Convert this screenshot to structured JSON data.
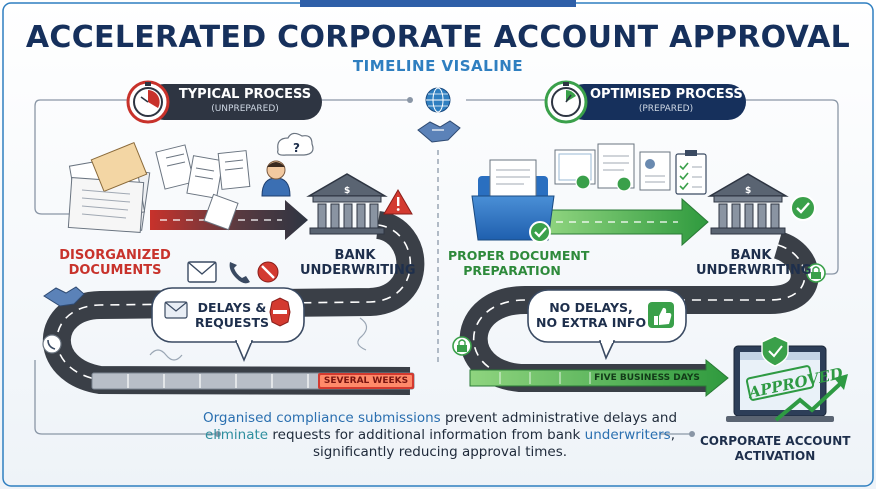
{
  "title": "ACCELERATED CORPORATE ACCOUNT APPROVAL",
  "subtitle": "TIMELINE VISALINE",
  "typical": {
    "heading": "TYPICAL PROCESS",
    "subheading": "(UNPREPARED)",
    "start_label_line1": "DISORGANIZED",
    "start_label_line2": "DOCUMENTS",
    "bank_label_line1": "BANK",
    "bank_label_line2": "UNDERWRITING",
    "bubble_line1": "DELAYS &",
    "bubble_line2": "REQUESTS",
    "duration": "SEVERAL WEEKS",
    "accent": "#c8322b"
  },
  "optimised": {
    "heading": "OPTIMISED PROCESS",
    "subheading": "(PREPARED)",
    "start_label_line1": "PROPER DOCUMENT",
    "start_label_line2": "PREPARATION",
    "bank_label_line1": "BANK",
    "bank_label_line2": "UNDERWRITING",
    "bubble_line1": "NO DELAYS,",
    "bubble_line2": "NO EXTRA INFO",
    "duration": "FIVE BUSINESS DAYS",
    "accent": "#3aa04a"
  },
  "outcome": {
    "stamp": "APPROVED",
    "label_line1": "CORPORATE ACCOUNT",
    "label_line2": "ACTIVATION"
  },
  "footer": {
    "p1": "Organised compliance submissions",
    "p2": " prevent administrative delays and ",
    "p3": "eliminate",
    "p4": " requests for additional information from bank ",
    "p5": "underwriters",
    "p6": ", significantly reducing approval times."
  },
  "icons": {
    "typical_clock": "stopwatch-icon",
    "optimised_clock": "stopwatch-icon",
    "center": "globe-icon",
    "handshake": "handshake-icon",
    "bank": "bank-building-icon",
    "warning": "warning-icon",
    "check": "check-icon",
    "folder": "folder-icon",
    "lock": "lock-icon",
    "thumbs_up": "thumbs-up-icon"
  },
  "colors": {
    "navy": "#16305c",
    "road": "#3a3f47",
    "red": "#c8322b",
    "green": "#3aa04a",
    "blue": "#2f7fc0"
  }
}
